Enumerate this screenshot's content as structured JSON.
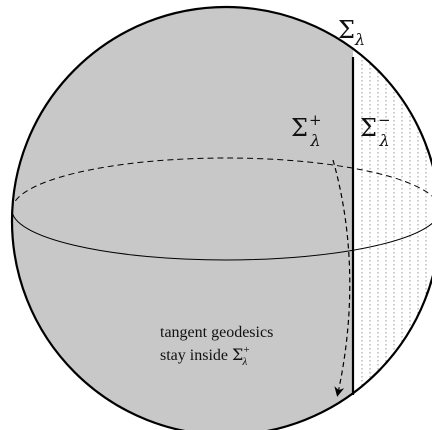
{
  "labels": {
    "sigma_lambda": {
      "base": "Σ",
      "sub": "λ"
    },
    "sigma_plus": {
      "base": "Σ",
      "sup": "+",
      "sub": "λ"
    },
    "sigma_minus": {
      "base": "Σ",
      "sup": "−",
      "sub": "λ"
    }
  },
  "annotation": {
    "line1": "tangent geodesics",
    "line2_prefix": "stay inside ",
    "line2_symbol": {
      "base": "Σ",
      "sup": "+",
      "sub": "λ"
    }
  },
  "colors": {
    "shaded_region": "#c8c8c8",
    "outline": "#000000",
    "hatch": "#9a9a9a"
  }
}
